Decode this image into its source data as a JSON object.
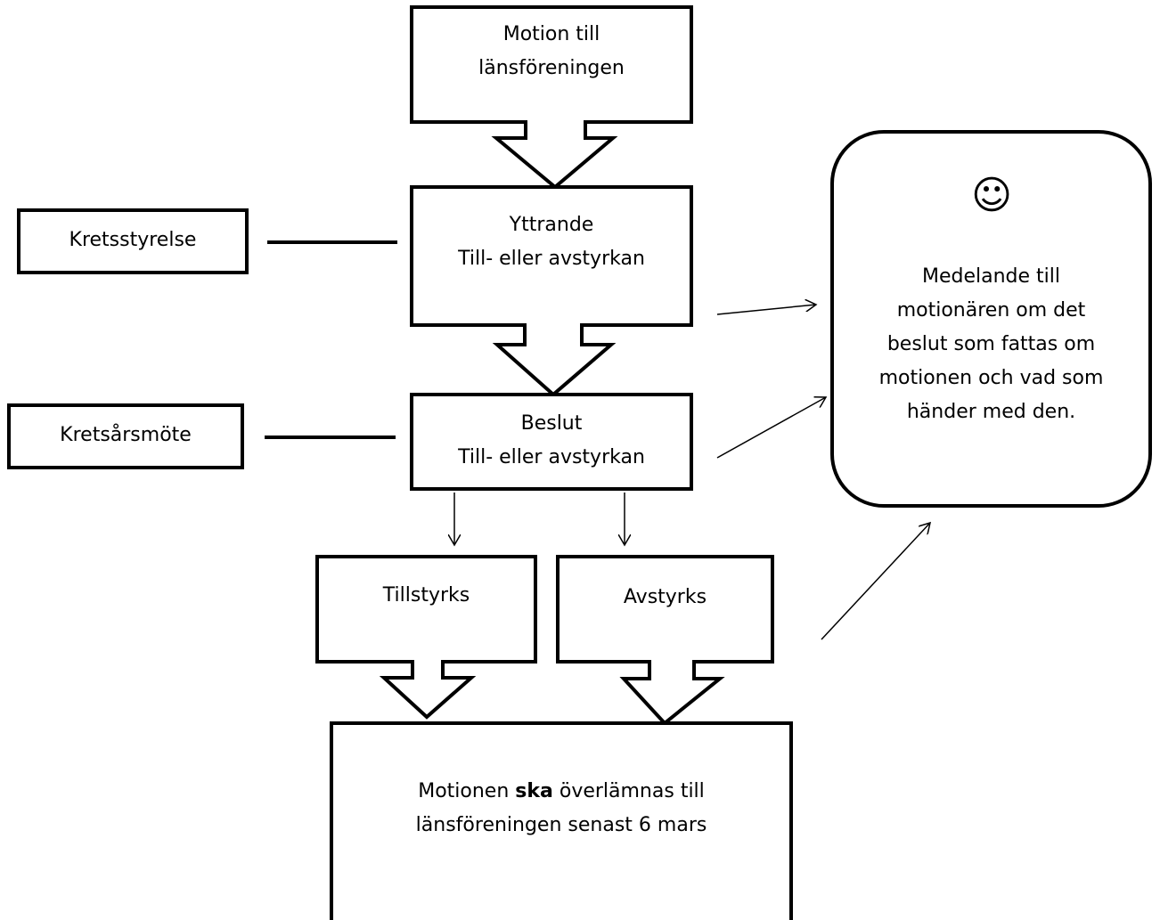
{
  "colors": {
    "stroke": "#000000",
    "background": "#ffffff"
  },
  "boxes": {
    "motion": {
      "line1": "Motion till",
      "line2": "länsföreningen"
    },
    "yttrande": {
      "line1": "Yttrande",
      "line2": "Till- eller avstyrkan"
    },
    "beslut": {
      "line1": "Beslut",
      "line2": "Till- eller avstyrkan"
    },
    "kretsstyrelse": {
      "label": "Kretsstyrelse"
    },
    "kretsarsmote": {
      "label": "Kretsårsmöte"
    },
    "tillstyrks": {
      "label": "Tillstyrks"
    },
    "avstyrks": {
      "label": "Avstyrks"
    },
    "final": {
      "pre": "Motionen ",
      "bold": "ska",
      "post": " överlämnas till",
      "line2": "länsföreningen senast 6 mars"
    },
    "message": {
      "icon": "smiley-icon",
      "glyph": "☺",
      "line1": "Medelande till",
      "line2": "motionären om det",
      "line3": "beslut som fattas om",
      "line4": "motionen och vad som",
      "line5": "händer med den."
    }
  }
}
